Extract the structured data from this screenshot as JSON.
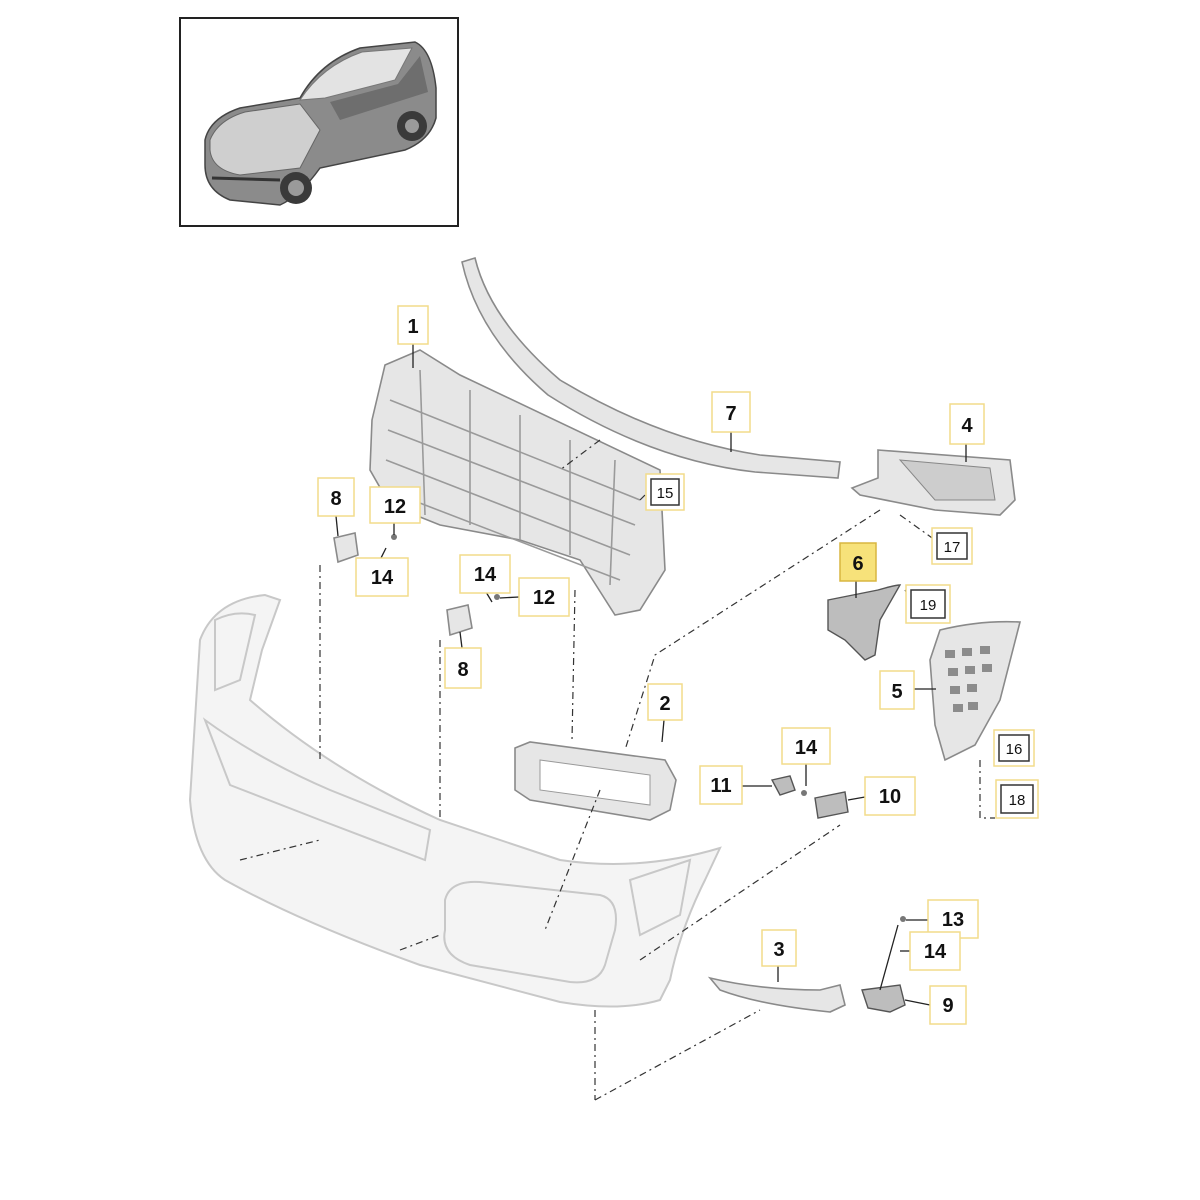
{
  "colors": {
    "callout_border": "#f2dc8a",
    "callout_fill": "#ffffff",
    "highlight_fill": "#f7e27a",
    "highlight_border": "#d8b640",
    "ref_box_border": "#333333"
  },
  "callouts": [
    {
      "id": "c1",
      "label": "1"
    },
    {
      "id": "c7",
      "label": "7"
    },
    {
      "id": "c4",
      "label": "4"
    },
    {
      "id": "c8a",
      "label": "8"
    },
    {
      "id": "c12a",
      "label": "12"
    },
    {
      "id": "c14a",
      "label": "14"
    },
    {
      "id": "c14b",
      "label": "14"
    },
    {
      "id": "c12b",
      "label": "12"
    },
    {
      "id": "c8b",
      "label": "8"
    },
    {
      "id": "c6",
      "label": "6",
      "highlighted": true
    },
    {
      "id": "c5",
      "label": "5"
    },
    {
      "id": "c2",
      "label": "2"
    },
    {
      "id": "c14c",
      "label": "14"
    },
    {
      "id": "c11",
      "label": "11"
    },
    {
      "id": "c10",
      "label": "10"
    },
    {
      "id": "c3",
      "label": "3"
    },
    {
      "id": "c13",
      "label": "13"
    },
    {
      "id": "c14d",
      "label": "14"
    },
    {
      "id": "c9",
      "label": "9"
    }
  ],
  "references": [
    {
      "id": "r15",
      "label": "15"
    },
    {
      "id": "r17",
      "label": "17"
    },
    {
      "id": "r19",
      "label": "19"
    },
    {
      "id": "r16",
      "label": "16"
    },
    {
      "id": "r18",
      "label": "18"
    }
  ]
}
